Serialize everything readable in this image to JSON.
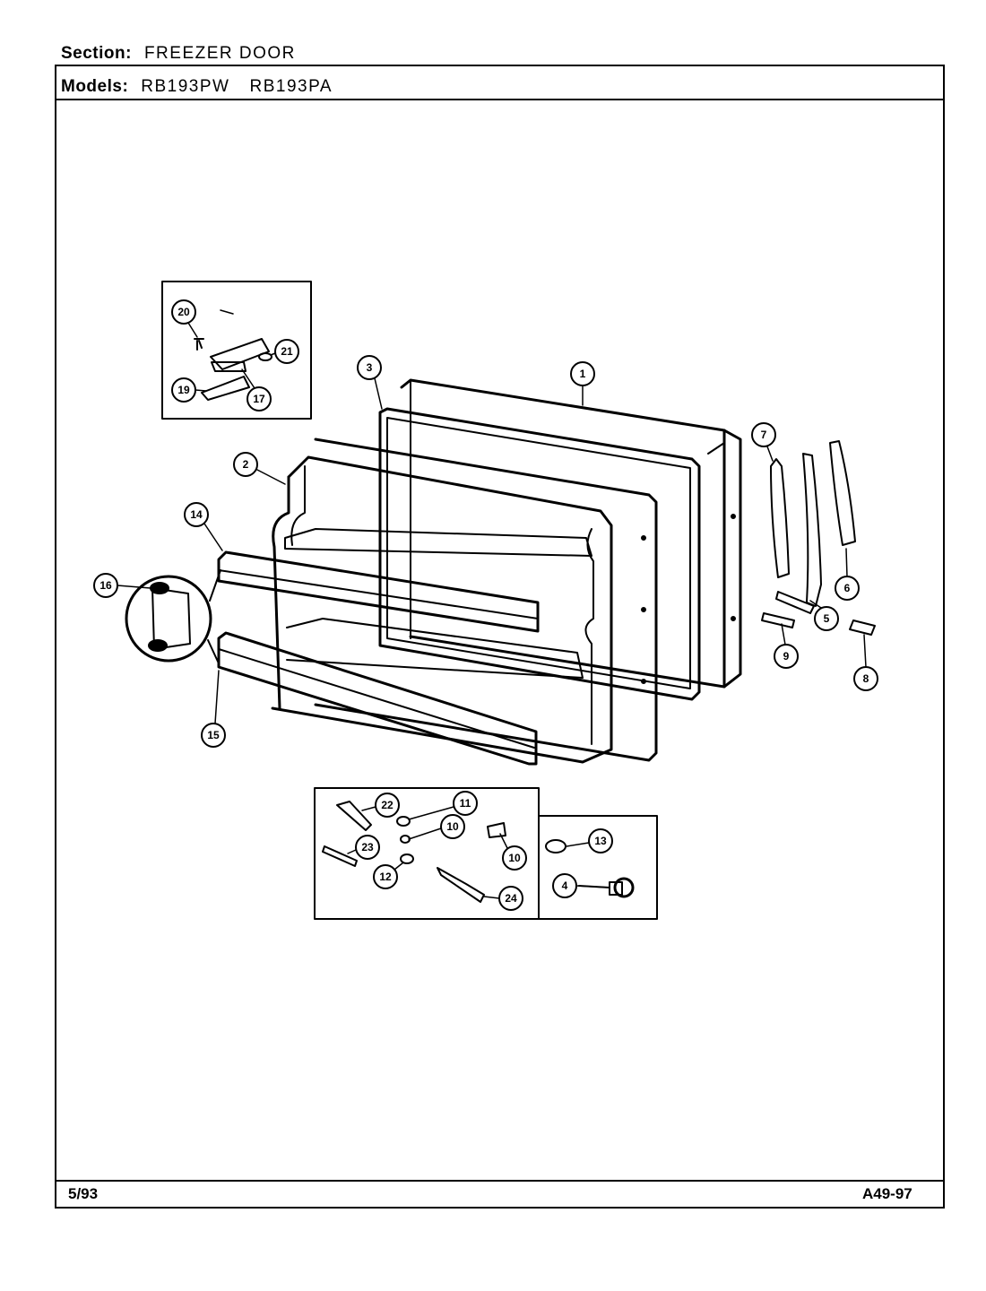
{
  "header": {
    "section_label": "Section:",
    "section_value": "FREEZER DOOR",
    "models_label": "Models:",
    "model_1": "RB193PW",
    "model_2": "RB193PA"
  },
  "footer": {
    "date": "5/93",
    "code": "A49-97"
  },
  "callouts": {
    "c1": "1",
    "c2": "2",
    "c3": "3",
    "c4": "4",
    "c5": "5",
    "c6": "6",
    "c7": "7",
    "c8": "8",
    "c9": "9",
    "c10a": "10",
    "c10b": "10",
    "c11": "11",
    "c12": "12",
    "c13": "13",
    "c14": "14",
    "c15": "15",
    "c16": "16",
    "c17": "17",
    "c19": "19",
    "c20": "20",
    "c21": "21",
    "c22": "22",
    "c23": "23",
    "c24": "24"
  }
}
